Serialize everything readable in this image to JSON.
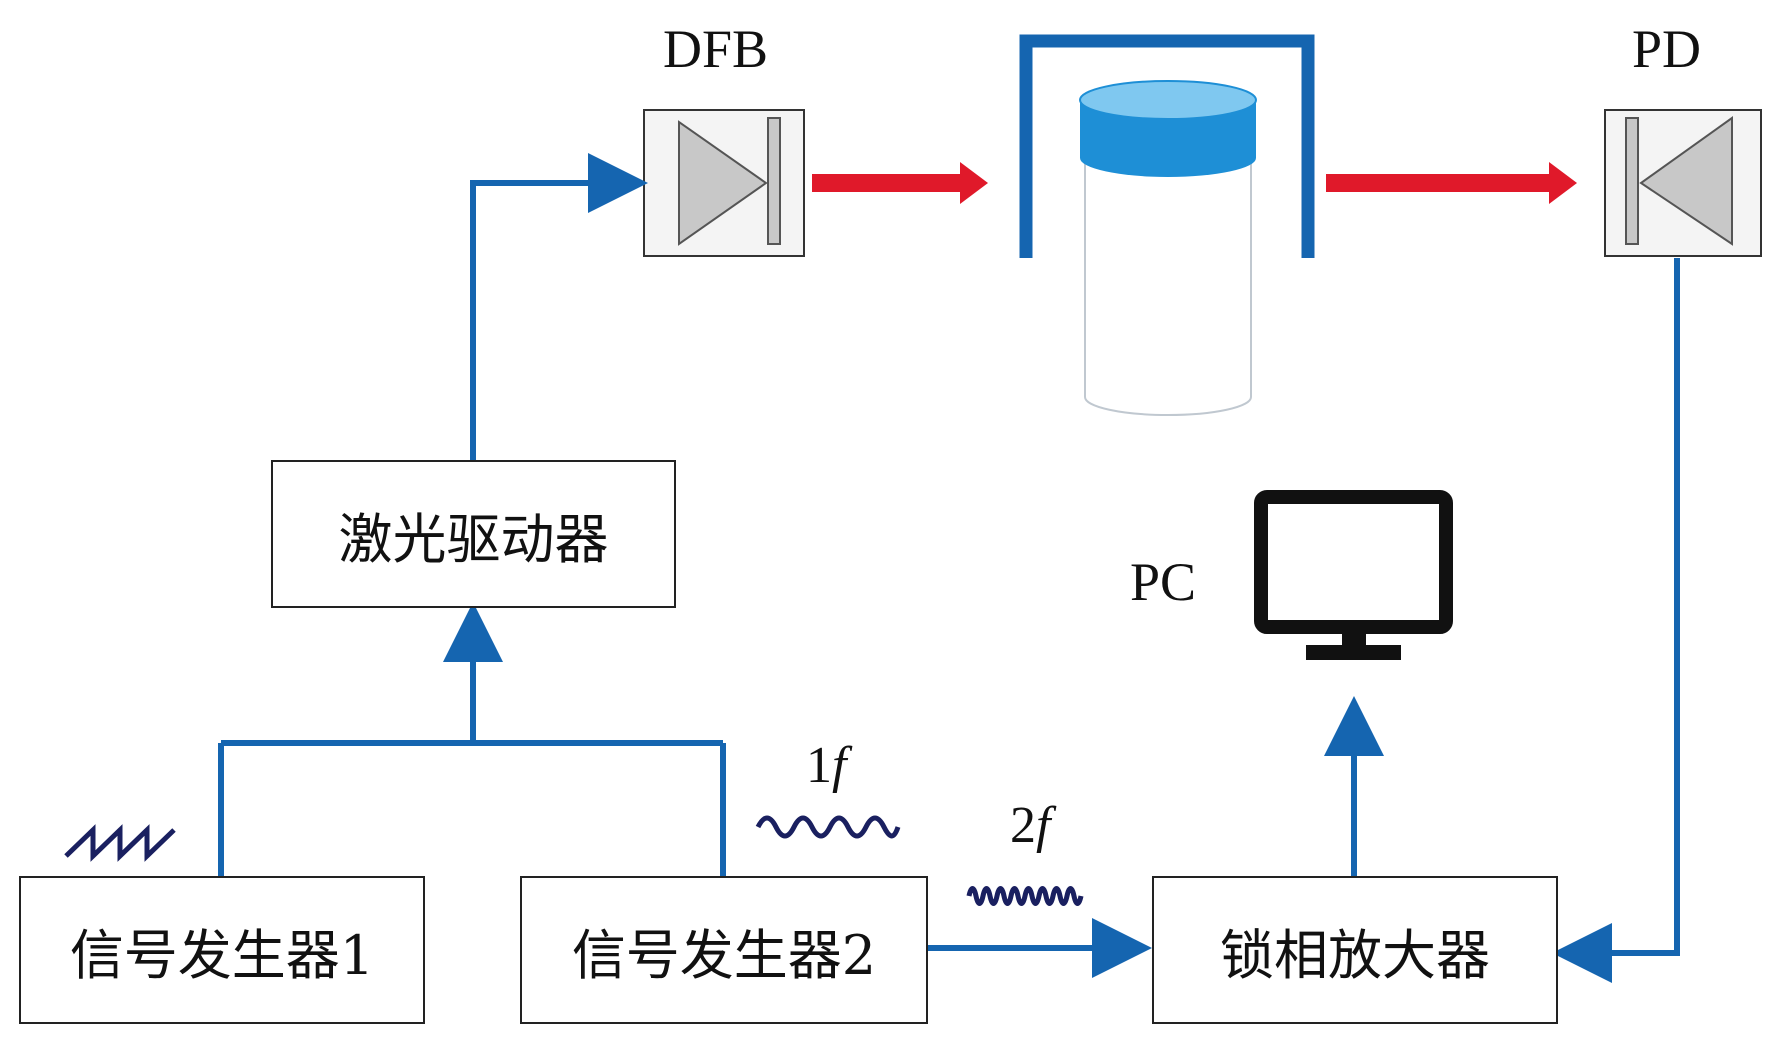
{
  "labels": {
    "dfb": "DFB",
    "pd": "PD",
    "pc": "PC",
    "freq_1": "1",
    "freq_2": "2",
    "freq_symbol": "f"
  },
  "boxes": {
    "laser_driver": "激光驱动器",
    "signal_gen_1": "信号发生器1",
    "signal_gen_2": "信号发生器2",
    "lockin_amp": "锁相放大器"
  },
  "colors": {
    "signal_line": "#1565b0",
    "laser_beam": "#e0192a",
    "enclosure": "#1565b0",
    "sample_cap": "#1e8fd6",
    "device_face": "#c8c8c8"
  },
  "icons": {
    "sawtooth": "sawtooth-wave-icon",
    "sine_1f": "sine-wave-1f-icon",
    "sine_2f": "sine-wave-2f-icon",
    "monitor": "monitor-icon"
  }
}
